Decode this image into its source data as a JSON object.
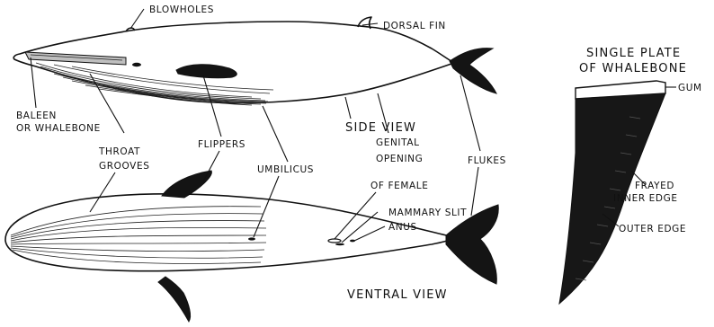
{
  "labels": {
    "blowholes": "BLOWHOLES",
    "dorsal_fin": "DORSAL FIN",
    "baleen_line1": "BALEEN",
    "baleen_line2": "OR WHALEBONE",
    "side_view": "SIDE VIEW",
    "throat_line1": "THROAT",
    "throat_line2": "GROOVES",
    "flippers": "FLIPPERS",
    "umbilicus": "UMBILICUS",
    "genital_line1": "GENITAL",
    "genital_line2": "OPENING",
    "genital_line3": "OF FEMALE",
    "flukes": "FLUKES",
    "mammary_slit": "MAMMARY SLIT",
    "anus": "ANUS",
    "ventral_view": "VENTRAL VIEW",
    "plate_title_line1": "SINGLE PLATE",
    "plate_title_line2": "OF WHALEBONE",
    "gum": "GUM",
    "frayed_line1": "FRAYED",
    "frayed_line2": "INNER EDGE",
    "outer_edge": "OUTER EDGE"
  }
}
